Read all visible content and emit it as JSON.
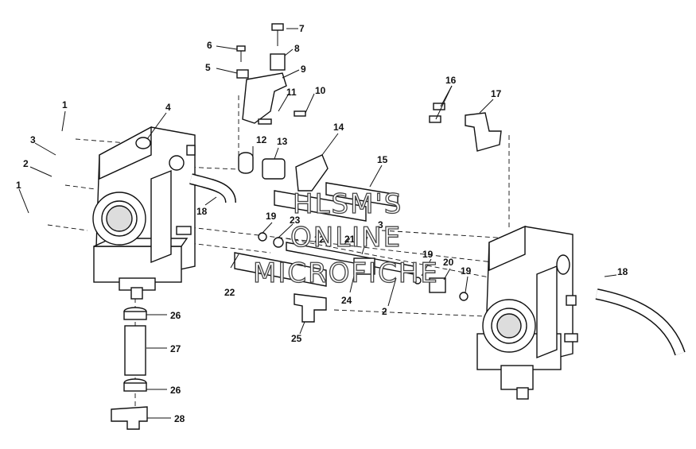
{
  "watermark": {
    "line1": "HLSM'S",
    "line2": "ONLINE",
    "line3": "MICROFICHE"
  },
  "callouts": {
    "c1a": "1",
    "c1b": "1",
    "c2a": "2",
    "c2b": "2",
    "c3a": "3",
    "c3b": "3",
    "c4": "4",
    "c5": "5",
    "c6": "6",
    "c7": "7",
    "c8": "8",
    "c9": "9",
    "c10": "10",
    "c11": "11",
    "c12": "12",
    "c13": "13",
    "c14": "14",
    "c15": "15",
    "c16": "16",
    "c17": "17",
    "c18a": "18",
    "c18b": "18",
    "c19a": "19",
    "c19b": "19",
    "c19c": "19",
    "c20": "20",
    "c21": "21",
    "c22a": "22",
    "c22b": "22",
    "c23": "23",
    "c24": "24",
    "c25": "25",
    "c26a": "26",
    "c26b": "26",
    "c27": "27",
    "c28": "28"
  }
}
